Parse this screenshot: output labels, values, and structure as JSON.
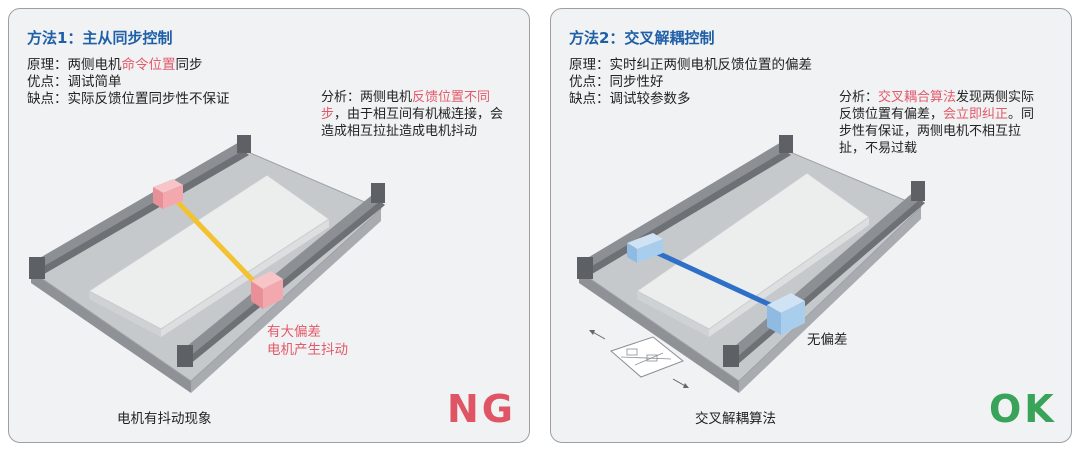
{
  "colors": {
    "title": "#1f5fa8",
    "highlight": "#e25a6a",
    "ng": "#e05565",
    "ok": "#3aa35a",
    "link_left": "#f2c230",
    "link_right": "#2e6fc7",
    "slider_left": "#f3a8ae",
    "slider_right": "#a9cdec"
  },
  "left": {
    "title": "方法1：主从同步控制",
    "principle_label": "原理：",
    "principle_a": "两侧电机",
    "principle_hl": "命令位置",
    "principle_b": "同步",
    "pros": "优点：调试简单",
    "cons": "缺点：实际反馈位置同步性不保证",
    "analysis_a": "分析：两侧电机",
    "analysis_hl": "反馈位置不同步",
    "analysis_b": "，由于相互间有机械连接，会造成相互拉扯造成电机抖动",
    "note_line1": "有大偏差",
    "note_line2": "电机产生抖动",
    "caption": "电机有抖动现象",
    "verdict": "NG"
  },
  "right": {
    "title": "方法2：交叉解耦控制",
    "principle": "原理：实时纠正两侧电机反馈位置的偏差",
    "pros": "优点：同步性好",
    "cons": "缺点：调试较参数多",
    "analysis_a": "分析：",
    "analysis_hl1": "交叉耦合算法",
    "analysis_b": "发现两侧实际反馈位置有偏差，",
    "analysis_hl2": "会立即纠正",
    "analysis_c": "。同步性有保证，两侧电机不相互拉扯，不易过载",
    "note": "无偏差",
    "caption": "交叉解耦算法",
    "verdict": "OK"
  }
}
